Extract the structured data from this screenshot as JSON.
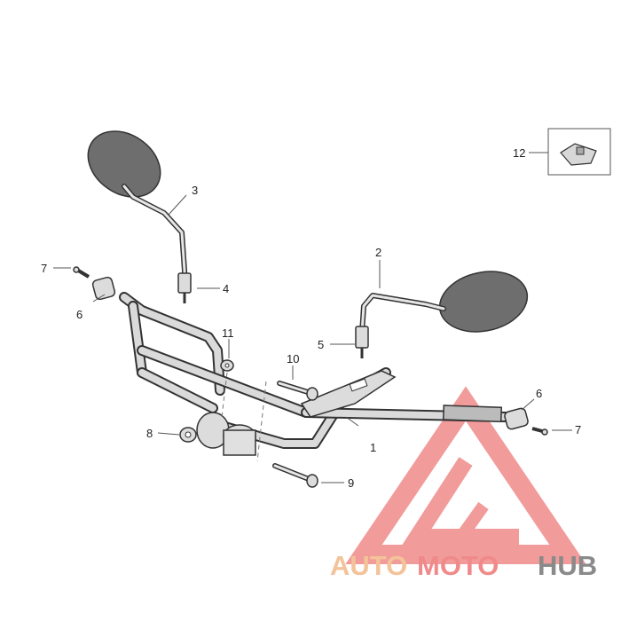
{
  "callouts": {
    "c1": "1",
    "c2": "2",
    "c3": "3",
    "c4": "4",
    "c5": "5",
    "c6_left": "6",
    "c6_right": "6",
    "c7_left": "7",
    "c7_right": "7",
    "c8": "8",
    "c9": "9",
    "c10": "10",
    "c11": "11",
    "c12": "12"
  },
  "watermark": {
    "part_a": "AUTO",
    "part_b": "MOTO",
    "part_c": "HUB"
  },
  "colors": {
    "watermark_red": "#f08a8a",
    "watermark_orange": "#f3c39a",
    "watermark_gray": "#8a8a8a",
    "part_gray": "#6e6e6e"
  }
}
